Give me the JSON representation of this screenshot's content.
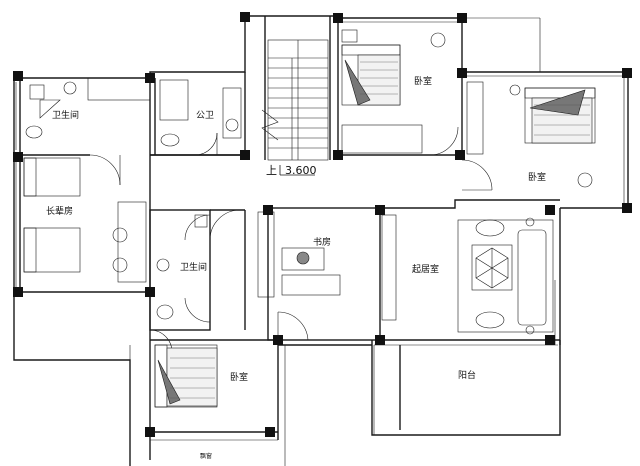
{
  "rooms": {
    "bedroom_top": "卧室",
    "bedroom_right": "卧室",
    "bedroom_bottom": "卧室",
    "bath_topleft": "卫生间",
    "bath_mid": "卫生间",
    "public_wc": "公卫",
    "elder_room": "长辈房",
    "study": "书房",
    "living": "起居室",
    "balcony": "阳台",
    "bay_window": "飘窗"
  },
  "stair": {
    "direction": "上",
    "elevation": "3.600"
  },
  "colors": {
    "line": "#1a1a1a",
    "column": "#111111",
    "hatch": "#555555",
    "paper": "#ffffff"
  }
}
